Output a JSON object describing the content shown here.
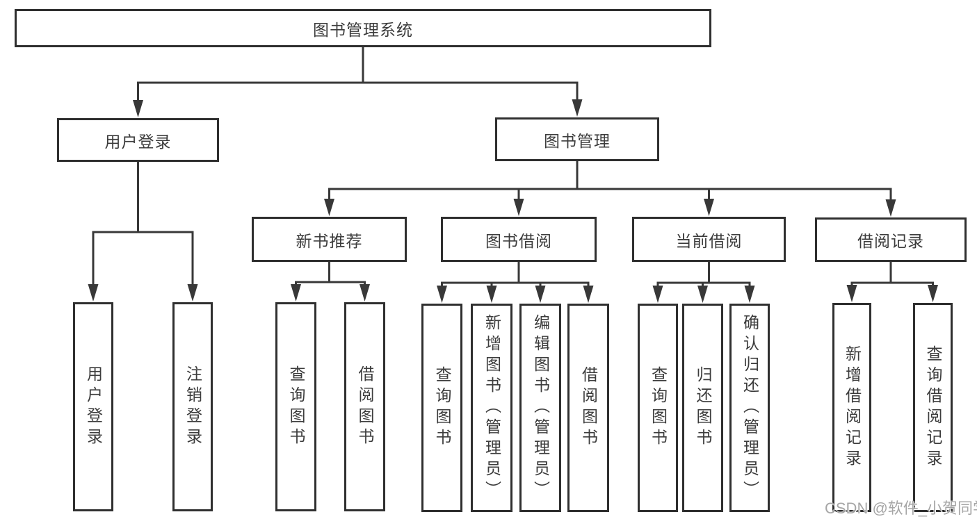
{
  "diagram": {
    "type": "tree",
    "title": "图书管理系统",
    "nodes": {
      "root": {
        "label": "图书管理系统"
      },
      "userLogin": {
        "label": "用户登录"
      },
      "bookMgmt": {
        "label": "图书管理"
      },
      "newBook": {
        "label": "新书推荐"
      },
      "bookBorrow": {
        "label": "图书借阅"
      },
      "currentBorrow": {
        "label": "当前借阅"
      },
      "borrowRecords": {
        "label": "借阅记录"
      },
      "leafUserLogin": {
        "label": "用户登录"
      },
      "leafLogout": {
        "label": "注销登录"
      },
      "leafQueryBook1": {
        "label": "查询图书"
      },
      "leafBorrowBook1": {
        "label": "借阅图书"
      },
      "leafQueryBook2": {
        "label": "查询图书"
      },
      "leafAddBook": {
        "label": "新增图书（管理员）"
      },
      "leafEditBook": {
        "label": "编辑图书（管理员）"
      },
      "leafBorrowBook2": {
        "label": "借阅图书"
      },
      "leafQueryBook3": {
        "label": "查询图书"
      },
      "leafReturnBook": {
        "label": "归还图书"
      },
      "leafConfirmReturn": {
        "label": "确认归还（管理员）"
      },
      "leafAddRecord": {
        "label": "新增借阅记录"
      },
      "leafQueryRecord": {
        "label": "查询借阅记录"
      }
    },
    "edges": [
      {
        "from": "root",
        "to": "userLogin"
      },
      {
        "from": "root",
        "to": "bookMgmt"
      },
      {
        "from": "userLogin",
        "to": "leafUserLogin"
      },
      {
        "from": "userLogin",
        "to": "leafLogout"
      },
      {
        "from": "bookMgmt",
        "to": "newBook"
      },
      {
        "from": "bookMgmt",
        "to": "bookBorrow"
      },
      {
        "from": "bookMgmt",
        "to": "currentBorrow"
      },
      {
        "from": "bookMgmt",
        "to": "borrowRecords"
      },
      {
        "from": "newBook",
        "to": "leafQueryBook1"
      },
      {
        "from": "newBook",
        "to": "leafBorrowBook1"
      },
      {
        "from": "bookBorrow",
        "to": "leafQueryBook2"
      },
      {
        "from": "bookBorrow",
        "to": "leafAddBook"
      },
      {
        "from": "bookBorrow",
        "to": "leafEditBook"
      },
      {
        "from": "bookBorrow",
        "to": "leafBorrowBook2"
      },
      {
        "from": "currentBorrow",
        "to": "leafQueryBook3"
      },
      {
        "from": "currentBorrow",
        "to": "leafReturnBook"
      },
      {
        "from": "currentBorrow",
        "to": "leafConfirmReturn"
      },
      {
        "from": "borrowRecords",
        "to": "leafAddRecord"
      },
      {
        "from": "borrowRecords",
        "to": "leafQueryRecord"
      }
    ],
    "colors": {
      "border": "#2f2f2f",
      "line": "#383838",
      "text": "#3c3c3c",
      "background": "#ffffff",
      "watermark": "#9e9e9e"
    },
    "watermark": "CSDN @软件_小贺同学"
  }
}
